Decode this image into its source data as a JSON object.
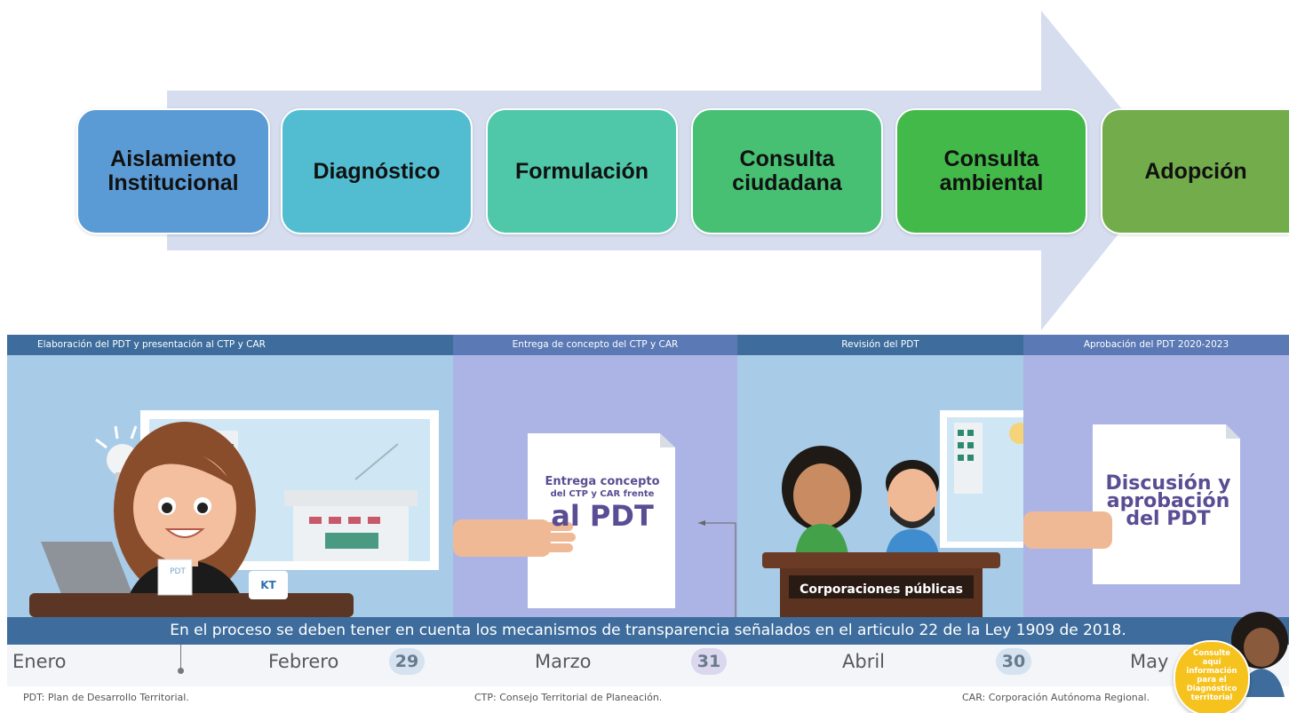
{
  "process": {
    "steps": [
      {
        "label": "Aislamiento Institucional",
        "color": "#5b9bd5"
      },
      {
        "label": "Diagnóstico",
        "color": "#52bdd1"
      },
      {
        "label": "Formulación",
        "color": "#4fc7a9"
      },
      {
        "label": "Consulta ciudadana",
        "color": "#47c073"
      },
      {
        "label": "Consulta ambiental",
        "color": "#43b949"
      },
      {
        "label": "Adopción",
        "color": "#72ac4b"
      }
    ],
    "arrow_color": "#d5ddef"
  },
  "infographic": {
    "phases": [
      {
        "title": "Elaboración del PDT y presentación al CTP y CAR",
        "bg": "#a8cbe7",
        "head": "#3e6d9d"
      },
      {
        "title": "Entrega de concepto del CTP y CAR",
        "bg": "#abb4e4",
        "head": "#5a79b5"
      },
      {
        "title": "Revisión del PDT",
        "bg": "#a8cbe7",
        "head": "#3e6d9d"
      },
      {
        "title": "Aprobación del PDT 2020-2023",
        "bg": "#abb4e4",
        "head": "#5a79b5"
      }
    ],
    "laptop_badge": "PDT",
    "mug_logo": "KT",
    "doc1": {
      "line1": "Entrega concepto",
      "line2": "del CTP y CAR frente",
      "line3": "al PDT"
    },
    "desk_sign": "Corporaciones públicas",
    "doc2": {
      "line1": "Discusión y",
      "line2": "aprobación",
      "line3": "del PDT"
    },
    "transparency_note": "En el proceso se deben tener en cuenta los mecanismos de transparencia señalados en el articulo 22 de la Ley 1909 de 2018.",
    "timeline": {
      "months": [
        "Enero",
        "Febrero",
        "Marzo",
        "Abril",
        "May"
      ],
      "days": [
        "29",
        "31",
        "30"
      ]
    },
    "glossary": [
      "PDT: Plan de Desarrollo Territorial.",
      "CTP: Consejo Territorial de Planeación.",
      "CAR: Corporación Autónoma Regional."
    ],
    "help_bubble": [
      "Consulte",
      "aquí",
      "información",
      "para el",
      "Diagnóstico",
      "territorial"
    ]
  }
}
